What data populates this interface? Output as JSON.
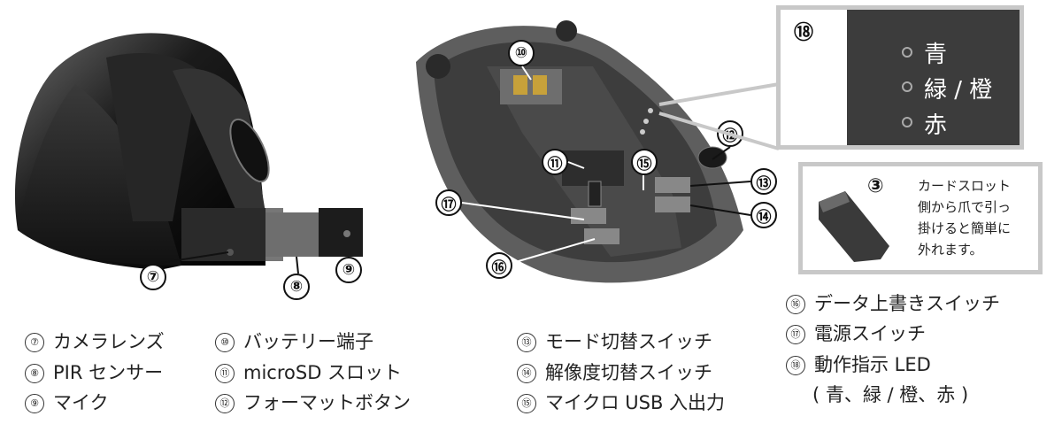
{
  "callouts": {
    "c3": "③",
    "c7": "⑦",
    "c8": "⑧",
    "c9": "⑨",
    "c10": "⑩",
    "c11": "⑪",
    "c12": "⑫",
    "c13": "⑬",
    "c14": "⑭",
    "c15": "⑮",
    "c16": "⑯",
    "c17": "⑰",
    "c18": "⑱"
  },
  "led_inset": {
    "blue": "青",
    "green_orange": "緑 / 橙",
    "red": "赤"
  },
  "card_inset": {
    "line1": "カードスロット",
    "line2": "側から爪で引っ",
    "line3": "掛けると簡単に",
    "line4": "外れます。"
  },
  "legend": {
    "col1": [
      {
        "n": "⑦",
        "label": "カメラレンズ"
      },
      {
        "n": "⑧",
        "label": "PIR センサー"
      },
      {
        "n": "⑨",
        "label": "マイク"
      }
    ],
    "col2": [
      {
        "n": "⑩",
        "label": "バッテリー端子"
      },
      {
        "n": "⑪",
        "label": "microSD スロット"
      },
      {
        "n": "⑫",
        "label": "フォーマットボタン"
      }
    ],
    "col3": [
      {
        "n": "⑬",
        "label": "モード切替スイッチ"
      },
      {
        "n": "⑭",
        "label": "解像度切替スイッチ"
      },
      {
        "n": "⑮",
        "label": "マイクロ USB 入出力"
      }
    ],
    "col4": [
      {
        "n": "⑯",
        "label": "データ上書きスイッチ"
      },
      {
        "n": "⑰",
        "label": "電源スイッチ"
      },
      {
        "n": "⑱",
        "label": "動作指示 LED"
      },
      {
        "n": "",
        "label": "( 青、緑 / 橙、赤 )"
      }
    ]
  },
  "colors": {
    "mouse_black": "#1a1a1a",
    "mouse_gray": "#5a5a5a",
    "callout_border": "#111111",
    "inset_border": "#c8c8c8"
  }
}
